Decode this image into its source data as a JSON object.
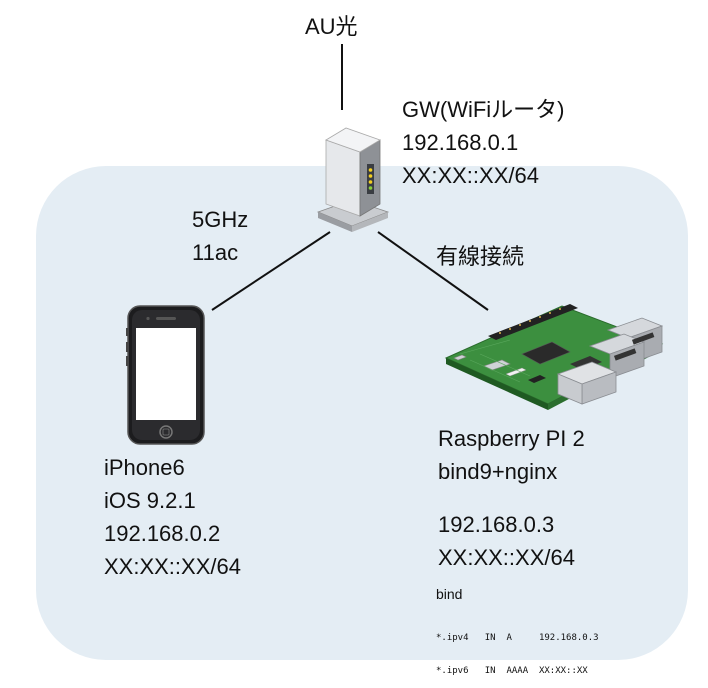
{
  "internet": {
    "label": "AU光"
  },
  "gateway": {
    "name": "GW(WiFiルータ)",
    "ipv4": "192.168.0.1",
    "ipv6": "XX:XX::XX/64",
    "icon": "router-icon"
  },
  "wifi_link": {
    "band": "5GHz",
    "standard": "11ac"
  },
  "wired_link": {
    "label": "有線接続"
  },
  "iphone": {
    "name": "iPhone6",
    "os": "iOS 9.2.1",
    "ipv4": "192.168.0.2",
    "ipv6": "XX:XX::XX/64",
    "icon": "smartphone-icon"
  },
  "raspberry": {
    "name": "Raspberry PI 2",
    "software": "bind9+nginx",
    "ipv4": "192.168.0.3",
    "ipv6": "XX:XX::XX/64",
    "icon": "raspberry-pi-board-icon"
  },
  "bind": {
    "title": "bind",
    "records": [
      "*.ipv4   IN  A     192.168.0.3",
      "*.ipv6   IN  AAAA  XX:XX::XX"
    ]
  },
  "colors": {
    "panel": "#e4edf4",
    "line": "#111111"
  }
}
